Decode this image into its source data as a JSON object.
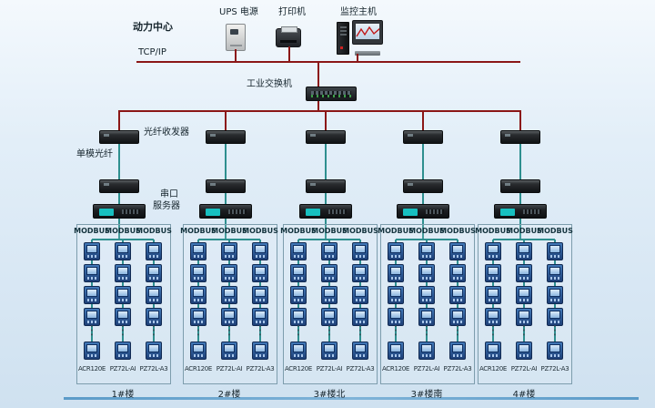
{
  "header": {
    "power_center": "动力中心",
    "ups": "UPS 电源",
    "printer": "打印机",
    "host": "监控主机",
    "tcpip": "TCP/IP",
    "switch": "工业交换机"
  },
  "branch": {
    "fiber_transceiver": "光纤收发器",
    "single_mode_fiber": "单模光纤",
    "serial_server_line1": "串口",
    "serial_server_line2": "服务器"
  },
  "groups": [
    {
      "building": "1#楼",
      "buses": [
        "MODBUS",
        "MODBUS",
        "MODBUS"
      ],
      "meter_models": [
        "ACR120E",
        "PZ72L-AI",
        "PZ72L-A3"
      ]
    },
    {
      "building": "2#楼",
      "buses": [
        "MODBUS",
        "MODBUS",
        "MODBUS"
      ],
      "meter_models": [
        "ACR120E",
        "PZ72L-AI",
        "PZ72L-A3"
      ]
    },
    {
      "building": "3#楼北",
      "buses": [
        "MODBUS",
        "MODBUS",
        "MODBUS"
      ],
      "meter_models": [
        "ACR120E",
        "PZ72L-AI",
        "PZ72L-A3"
      ]
    },
    {
      "building": "3#楼南",
      "buses": [
        "MODBUS",
        "MODBUS",
        "MODBUS"
      ],
      "meter_models": [
        "ACR120E",
        "PZ72L-AI",
        "PZ72L-A3"
      ]
    },
    {
      "building": "4#楼",
      "buses": [
        "MODBUS",
        "MODBUS",
        "MODBUS"
      ],
      "meter_models": [
        "ACR120E",
        "PZ72L-AI",
        "PZ72L-A3"
      ]
    }
  ],
  "colors": {
    "backbone_line": "#8b1717",
    "fieldbus_line": "#2e8f8f",
    "server_accent": "#17c0c0",
    "screen_trace": "#c01818"
  }
}
